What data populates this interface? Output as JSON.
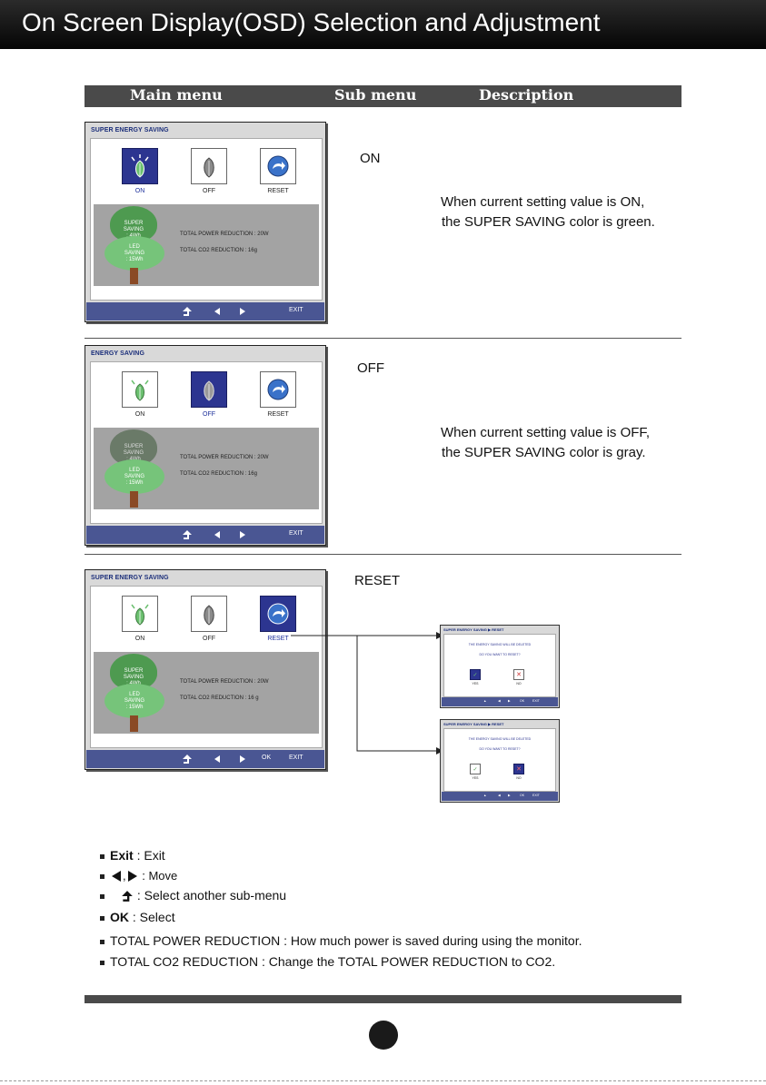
{
  "title": "On Screen Display(OSD) Selection and Adjustment",
  "columns": {
    "main": "Main menu",
    "sub": "Sub menu",
    "desc": "Description"
  },
  "panels": [
    {
      "osd_title": "SUPER ENERGY SAVING",
      "buttons": [
        "ON",
        "OFF",
        "RESET"
      ],
      "selected": "ON",
      "tree_top": "SUPER\nSAVING\n: 4Wh",
      "tree_bottom": "LED\nSAVING\n: 15Wh",
      "stat_power": "TOTAL POWER REDUCTION : 20W",
      "stat_co2": "TOTAL CO2 REDUCTION : 16g",
      "footer_exit": "EXIT",
      "sub": "ON",
      "desc1": "When current setting value is ON,",
      "desc2": "the SUPER SAVING color is green."
    },
    {
      "osd_title": "ENERGY SAVING",
      "buttons": [
        "ON",
        "OFF",
        "RESET"
      ],
      "selected": "OFF",
      "tree_top": "SUPER\nSAVING\n: 4Wh",
      "tree_bottom": "LED\nSAVING\n: 15Wh",
      "stat_power": "TOTAL POWER REDUCTION : 20W",
      "stat_co2": "TOTAL CO2 REDUCTION : 16g",
      "footer_exit": "EXIT",
      "sub": "OFF",
      "desc1": "When current setting value is OFF,",
      "desc2": "the SUPER SAVING color is gray."
    },
    {
      "osd_title": "SUPER ENERGY SAVING",
      "buttons": [
        "ON",
        "OFF",
        "RESET"
      ],
      "selected": "RESET",
      "tree_top": "SUPER\nSAVING\n: 4Wh",
      "tree_bottom": "LED\nSAVING\n: 15Wh",
      "stat_power": "TOTAL POWER REDUCTION : 20W",
      "stat_co2": "TOTAL CO2 REDUCTION : 16 g",
      "footer_ok": "OK",
      "footer_exit": "EXIT",
      "sub": "RESET"
    }
  ],
  "reset_dialog": {
    "title": "SUPER ENERGY SAVING ▶ RESET",
    "line1": "THE ENERGY SAVING WILL BE DELETED",
    "line2": "DO YOU WANT TO RESET?",
    "yes": "YES",
    "no": "NO",
    "ok": "OK",
    "exit": "EXIT"
  },
  "legend": {
    "exit_key": "Exit",
    "exit_desc": " : Exit",
    "move_desc": " : Move",
    "select_sub_desc": " : Select another sub-menu",
    "ok_key": "OK",
    "ok_desc": "  : Select",
    "power_desc": "TOTAL POWER REDUCTION : How much power is saved during using the monitor.",
    "co2_desc": "TOTAL CO2 REDUCTION : Change the TOTAL POWER REDUCTION to CO2."
  },
  "colors": {
    "osd_selected": "#2c3590",
    "super_saving_green": "#4e9a50",
    "super_saving_gray": "#6a7a68",
    "led_saving": "#76c47a"
  }
}
